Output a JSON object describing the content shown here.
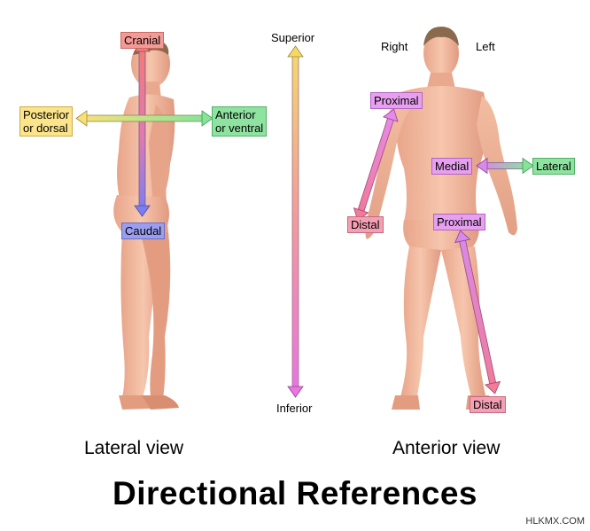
{
  "title": "Directional References",
  "watermark": "HLKMX.COM",
  "lateral": {
    "view_label": "Lateral view",
    "cranial": "Cranial",
    "caudal": "Caudal",
    "posterior_line1": "Posterior",
    "posterior_line2": "or dorsal",
    "anterior_line1": "Anterior",
    "anterior_line2": "or ventral"
  },
  "center_axis": {
    "superior": "Superior",
    "inferior": "Inferior"
  },
  "anterior": {
    "view_label": "Anterior view",
    "right": "Right",
    "left": "Left",
    "proximal_arm": "Proximal",
    "distal_arm": "Distal",
    "medial": "Medial",
    "lateral": "Lateral",
    "proximal_leg": "Proximal",
    "distal_leg": "Distal"
  },
  "colors": {
    "skin": "#f0b89e",
    "skin_shadow": "#d9967c",
    "hair": "#8a6a4c"
  }
}
